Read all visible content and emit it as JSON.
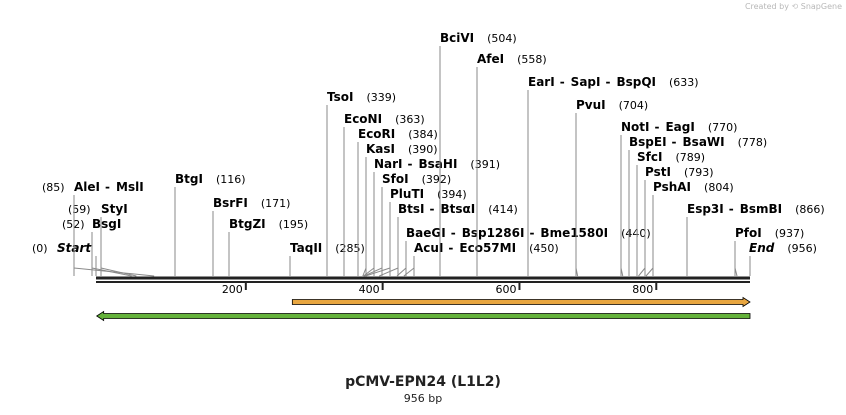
{
  "credit": "Created by",
  "brand": "SnapGene",
  "title": "pCMV-EPN24 (L1L2)",
  "subtitle": "956 bp",
  "total_bp": 956,
  "axis_ticks": [
    200,
    400,
    600,
    800
  ],
  "features": [
    {
      "start": 287,
      "end": 956,
      "direction": "forward",
      "color": "#e8a640"
    },
    {
      "start": 1,
      "end": 956,
      "direction": "reverse",
      "color": "#64b23a"
    }
  ],
  "sites": [
    {
      "names": [
        "Start"
      ],
      "pos": 0,
      "italic": true
    },
    {
      "names": [
        "BsgI"
      ],
      "pos": 52
    },
    {
      "names": [
        "StyI"
      ],
      "pos": 59
    },
    {
      "names": [
        "AleI",
        "MslI"
      ],
      "pos": 85
    },
    {
      "names": [
        "BtgI"
      ],
      "pos": 116
    },
    {
      "names": [
        "BsrFI"
      ],
      "pos": 171
    },
    {
      "names": [
        "BtgZI"
      ],
      "pos": 195
    },
    {
      "names": [
        "TaqII"
      ],
      "pos": 285
    },
    {
      "names": [
        "TsoI"
      ],
      "pos": 339
    },
    {
      "names": [
        "EcoNI"
      ],
      "pos": 363
    },
    {
      "names": [
        "EcoRI"
      ],
      "pos": 384
    },
    {
      "names": [
        "KasI"
      ],
      "pos": 390
    },
    {
      "names": [
        "NarI",
        "BsaHI"
      ],
      "pos": 391
    },
    {
      "names": [
        "SfoI"
      ],
      "pos": 392
    },
    {
      "names": [
        "PluTI"
      ],
      "pos": 394
    },
    {
      "names": [
        "BtsI",
        "BtsαI"
      ],
      "pos": 414
    },
    {
      "names": [
        "BaeGI",
        "Bsp1286I",
        "Bme1580I"
      ],
      "pos": 440
    },
    {
      "names": [
        "AcuI",
        "Eco57MI"
      ],
      "pos": 450
    },
    {
      "names": [
        "BciVI"
      ],
      "pos": 504
    },
    {
      "names": [
        "AfeI"
      ],
      "pos": 558
    },
    {
      "names": [
        "EarI",
        "SapI",
        "BspQI"
      ],
      "pos": 633
    },
    {
      "names": [
        "PvuI"
      ],
      "pos": 704
    },
    {
      "names": [
        "NotI",
        "EagI"
      ],
      "pos": 770
    },
    {
      "names": [
        "BspEI",
        "BsaWI"
      ],
      "pos": 778
    },
    {
      "names": [
        "SfcI"
      ],
      "pos": 789
    },
    {
      "names": [
        "PstI"
      ],
      "pos": 793
    },
    {
      "names": [
        "PshAI"
      ],
      "pos": 804
    },
    {
      "names": [
        "Esp3I",
        "BsmBI"
      ],
      "pos": 866
    },
    {
      "names": [
        "PfoI"
      ],
      "pos": 937
    },
    {
      "names": [
        "End"
      ],
      "pos": 956,
      "italic": true
    }
  ]
}
